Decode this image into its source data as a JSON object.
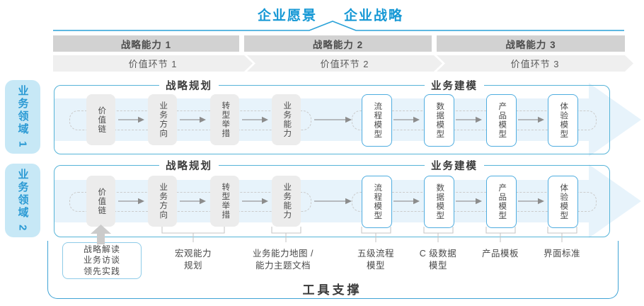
{
  "title": {
    "vision": "企业愿景",
    "strategy": "企业战略"
  },
  "capabilities": [
    "战略能力 1",
    "战略能力 2",
    "战略能力 3"
  ],
  "value_links": [
    "价值环节 1",
    "价值环节 2",
    "价值环节 3"
  ],
  "domains": [
    "业务领域 1",
    "业务领域 2"
  ],
  "row_headers": {
    "planning": "战略规划",
    "modeling": "业务建模"
  },
  "flow_boxes": {
    "strategy": [
      "价值链",
      "业务方向",
      "转型举措",
      "业务能力"
    ],
    "modeling": [
      "流程模型",
      "数据模型",
      "产品模型",
      "体验模型"
    ]
  },
  "practice_box": {
    "line1": "战略解读",
    "line2": "业务访谈",
    "line3": "领先实践"
  },
  "notes": [
    {
      "line1": "宏观能力",
      "line2": "规划"
    },
    {
      "line1": "业务能力地图 /",
      "line2": "能力主题文档"
    },
    {
      "line1": "五级流程",
      "line2": "模型"
    },
    {
      "line1": "C 级数据",
      "line2": "模型"
    },
    {
      "line1": "产品模板",
      "line2": ""
    },
    {
      "line1": "界面标准",
      "line2": ""
    }
  ],
  "footer": {
    "label": "工具支撑"
  },
  "colors": {
    "accent_blue": "#1598d5",
    "row_border": "#57b4d8",
    "outer_border": "#3fa3d6",
    "domain_bg": "#c7e8f6",
    "band_blue": "#e7f3fb",
    "bar_gray": "#d2d2d2",
    "chevron_gray": "#efefef",
    "box_gray": "#ececec",
    "model_box_border": "#4fade0",
    "arrow_gray": "#999999"
  }
}
